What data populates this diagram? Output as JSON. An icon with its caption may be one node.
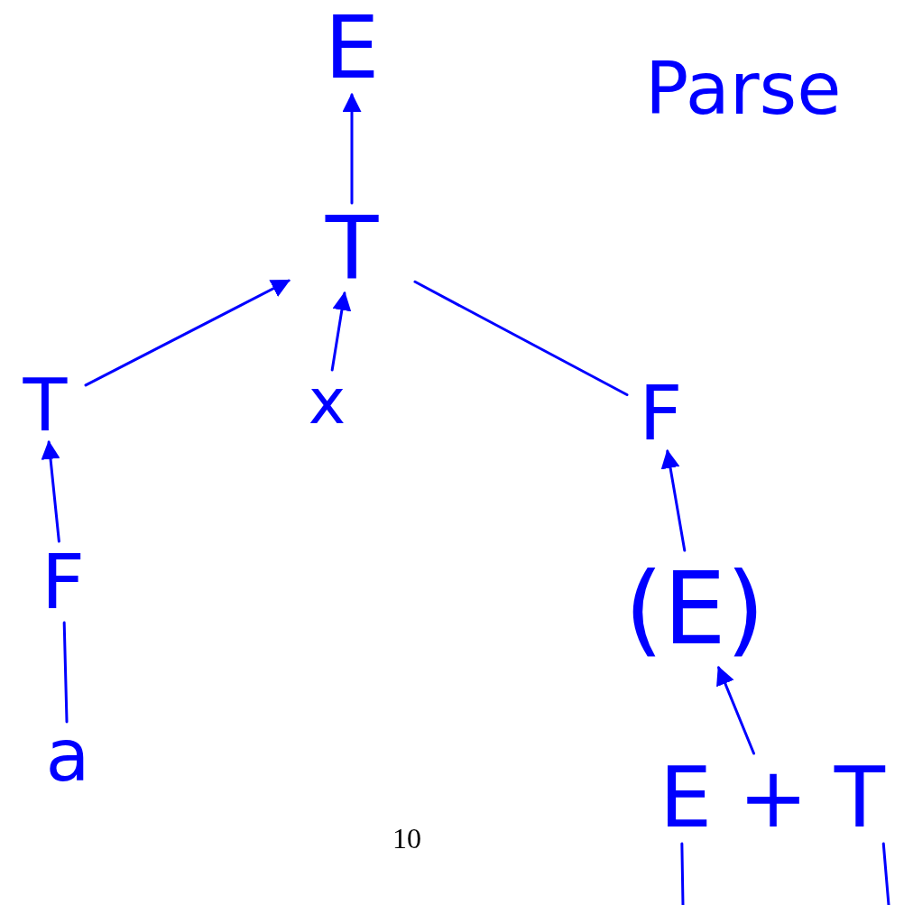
{
  "diagram": {
    "nodes": [
      {
        "text": [
          "E"
        ]
      },
      {
        "text": [
          "T"
        ]
      },
      {
        "text": [
          "T"
        ]
      },
      {
        "text": [
          "x"
        ]
      },
      {
        "text": [
          "F"
        ]
      },
      {
        "text": [
          "F"
        ]
      },
      {
        "text": [
          "a"
        ]
      },
      {
        "text": [
          "(E)"
        ]
      },
      {
        "text": [
          "E + T"
        ]
      }
    ],
    "edges": [
      {
        "from": 1,
        "to": 0,
        "arrow": "to"
      },
      {
        "from": 2,
        "to": 1,
        "arrow": "to"
      },
      {
        "from": 3,
        "to": 1,
        "arrow": "to"
      },
      {
        "from": 4,
        "to": 1,
        "arrow": "none"
      },
      {
        "from": 5,
        "to": 2,
        "arrow": "to"
      },
      {
        "from": 6,
        "to": 5,
        "arrow": "none"
      },
      {
        "from": 7,
        "to": 4,
        "arrow": "to"
      },
      {
        "from": 8,
        "to": 7,
        "arrow": "to"
      },
      {
        "from": 8,
        "to": null,
        "arrow": "none"
      },
      {
        "from": 8,
        "to": null,
        "arrow": "none"
      }
    ],
    "labels": [
      "Parse",
      "10"
    ]
  }
}
